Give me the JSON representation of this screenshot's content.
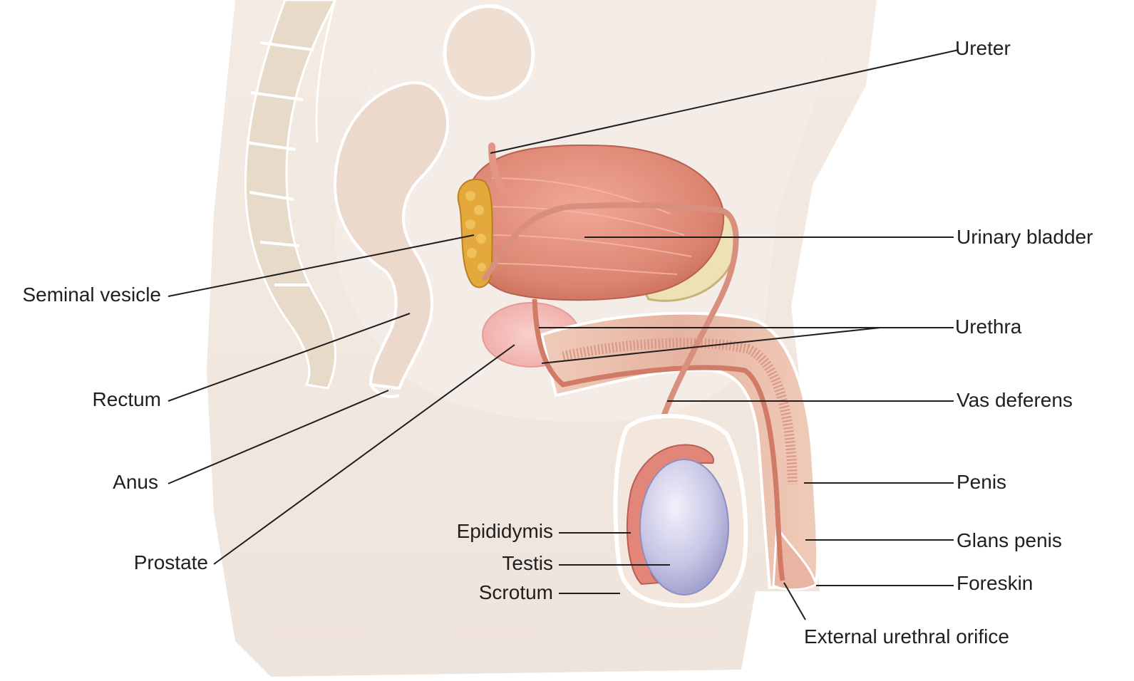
{
  "diagram": {
    "labels": {
      "ureter": "Ureter",
      "urinary_bladder": "Urinary bladder",
      "urethra": "Urethra",
      "vas_deferens": "Vas deferens",
      "penis": "Penis",
      "glans_penis": "Glans penis",
      "foreskin": "Foreskin",
      "external_urethral_orifice": "External urethral orifice",
      "seminal_vesicle": "Seminal vesicle",
      "rectum": "Rectum",
      "anus": "Anus",
      "prostate": "Prostate",
      "epididymis": "Epididymis",
      "testis": "Testis",
      "scrotum": "Scrotum"
    },
    "colors": {
      "background_tissue": "#efe3d8",
      "bone": "#e6d8c4",
      "bladder_muscle": "#e28f7a",
      "seminal_vesicle": "#e0a63a",
      "prostate": "#f3b9b5",
      "testis": "#c9c8e6",
      "epididymis": "#e3867a",
      "leader_line": "#1f1f1f"
    }
  }
}
